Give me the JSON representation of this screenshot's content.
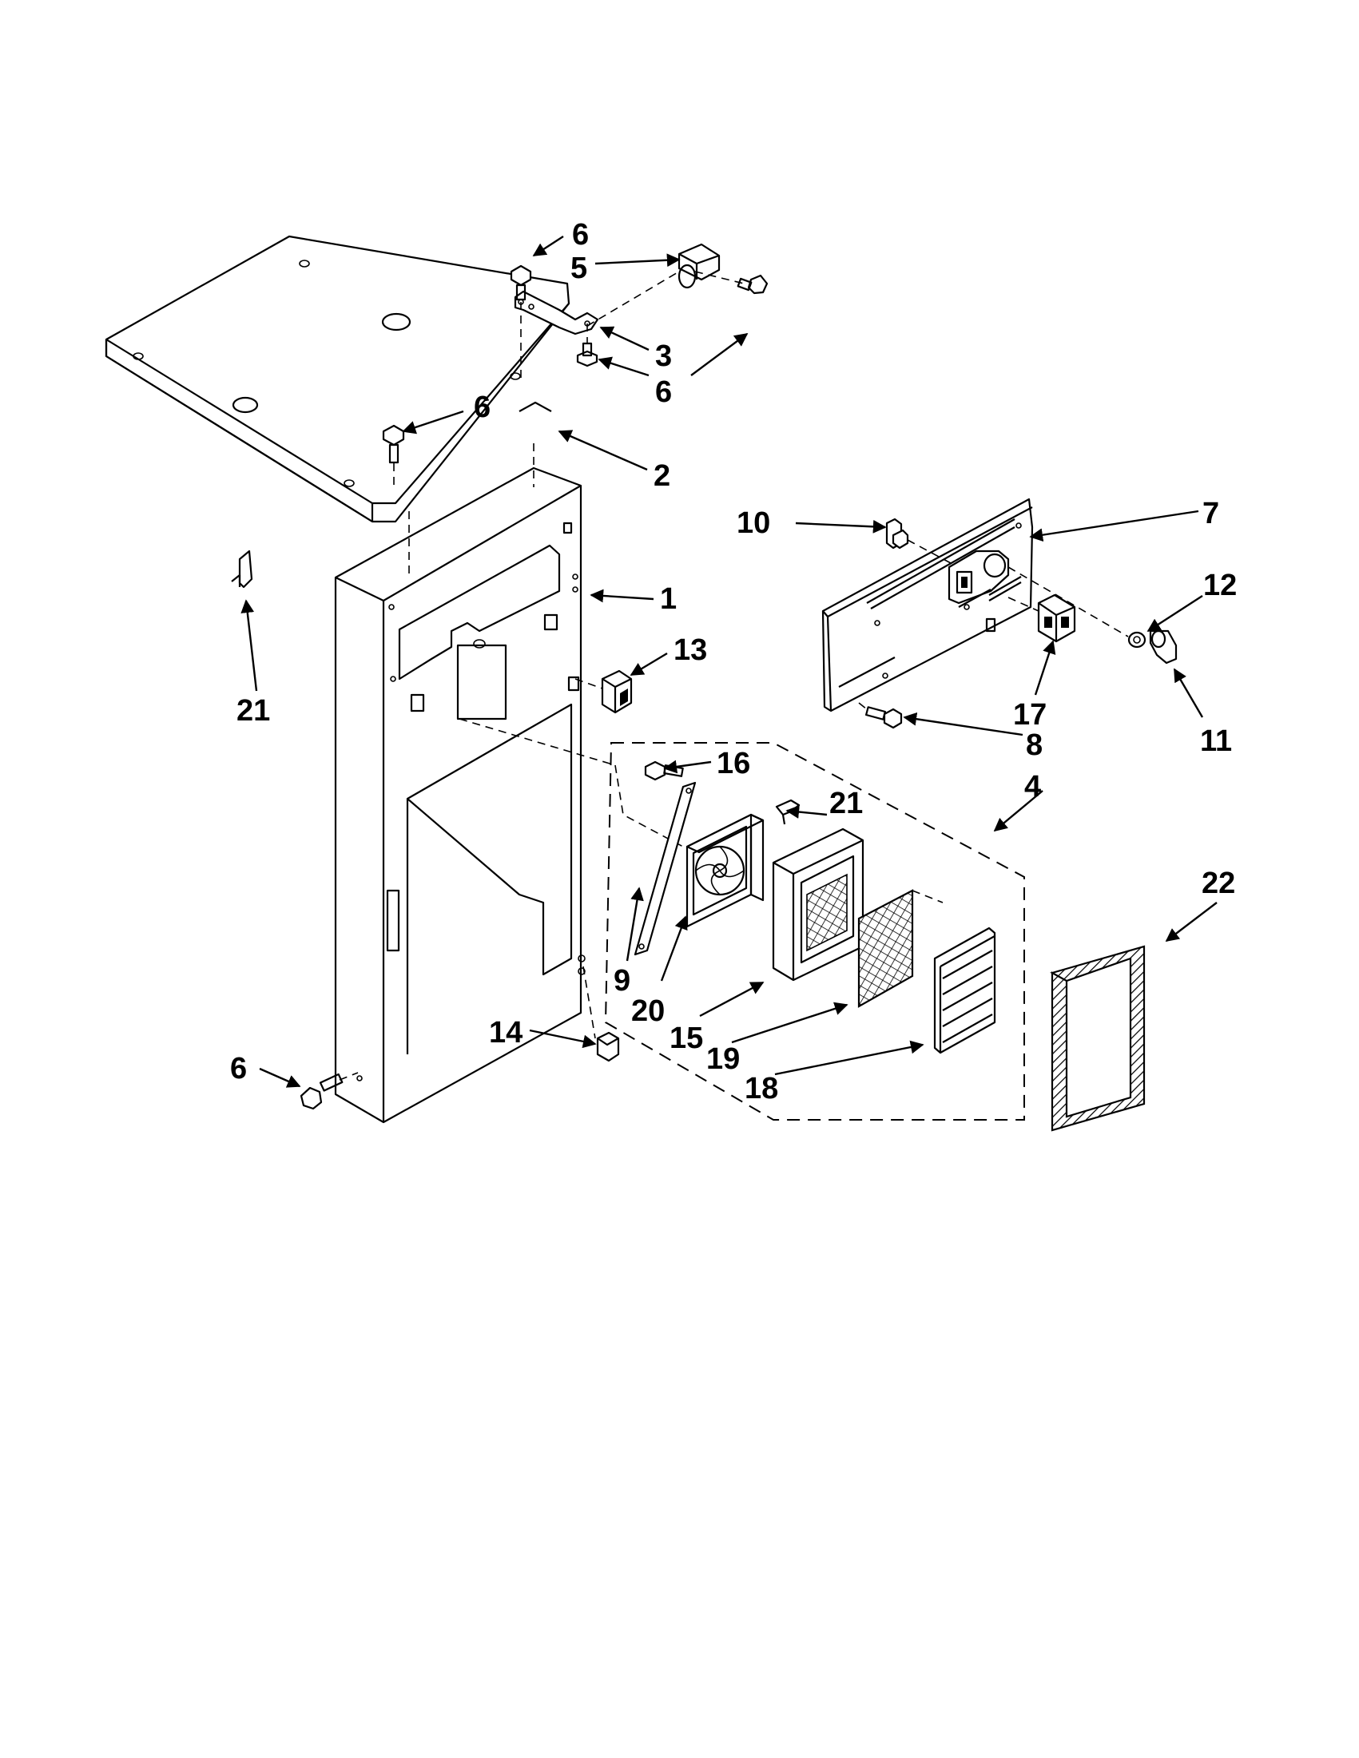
{
  "callouts": {
    "c1": "1",
    "c2": "2",
    "c3": "3",
    "c4": "4",
    "c5": "5",
    "c6a": "6",
    "c6b": "6",
    "c6c": "6",
    "c6d": "6",
    "c7": "7",
    "c8": "8",
    "c9": "9",
    "c10": "10",
    "c11": "11",
    "c12": "12",
    "c13": "13",
    "c14": "14",
    "c15": "15",
    "c16": "16",
    "c17": "17",
    "c18": "18",
    "c19": "19",
    "c20": "20",
    "c21a": "21",
    "c21b": "21",
    "c22": "22"
  }
}
